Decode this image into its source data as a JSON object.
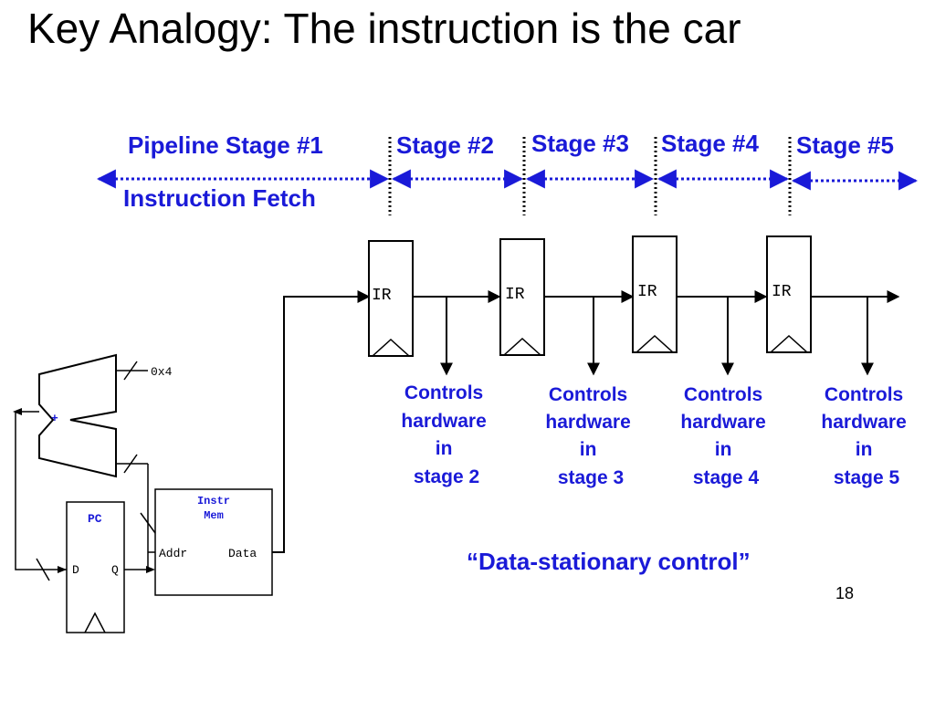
{
  "slide": {
    "title": "Key Analogy: The instruction is the car",
    "page_number": "18",
    "footer_quote": "“Data-stationary control”"
  },
  "stages": [
    {
      "label": "Pipeline Stage #1",
      "sublabel": "Instruction Fetch"
    },
    {
      "label": "Stage #2"
    },
    {
      "label": "Stage #3"
    },
    {
      "label": "Stage #4"
    },
    {
      "label": "Stage #5"
    }
  ],
  "registers": [
    {
      "label": "IR"
    },
    {
      "label": "IR"
    },
    {
      "label": "IR"
    },
    {
      "label": "IR"
    }
  ],
  "controls": [
    {
      "lines": [
        "Controls",
        "hardware",
        "in",
        "stage 2"
      ]
    },
    {
      "lines": [
        "Controls",
        "hardware",
        "in",
        "stage 3"
      ]
    },
    {
      "lines": [
        "Controls",
        "hardware",
        "in",
        "stage 4"
      ]
    },
    {
      "lines": [
        "Controls",
        "hardware",
        "in",
        "stage 5"
      ]
    }
  ],
  "fetch_unit": {
    "adder_label": "+",
    "increment_label": "0x4",
    "pc_label": "PC",
    "pc_d_label": "D",
    "pc_q_label": "Q",
    "imem_label_1": "Instr",
    "imem_label_2": "Mem",
    "imem_addr_label": "Addr",
    "imem_data_label": "Data"
  },
  "colors": {
    "accent": "#1a1ad8",
    "wire": "#000000"
  }
}
